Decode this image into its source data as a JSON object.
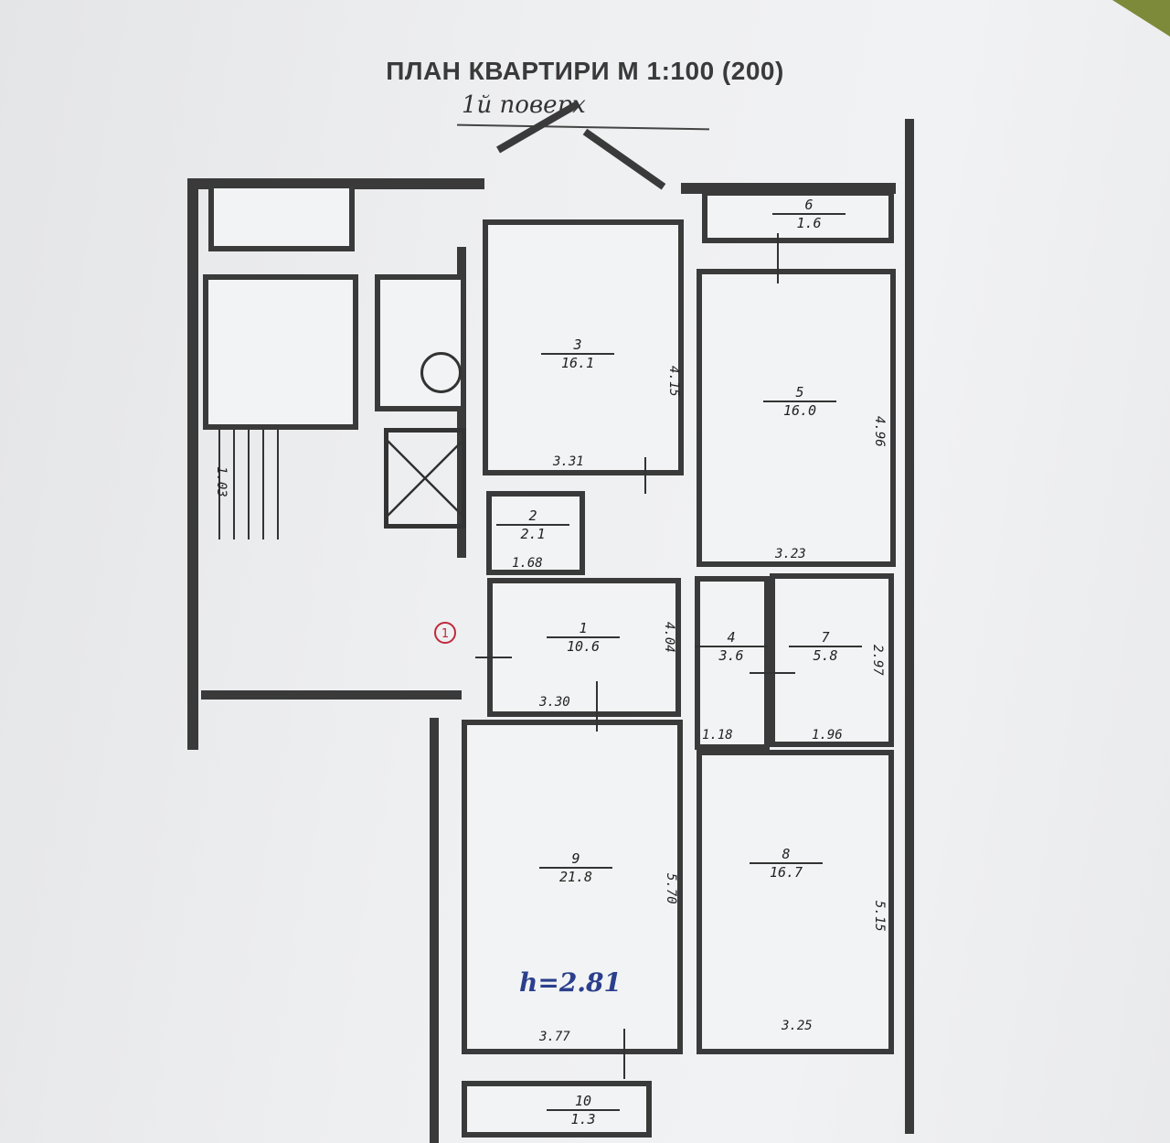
{
  "title": "ПЛАН КВАРТИРИ М 1:100 (200)",
  "floor_note": "1й поверх",
  "height_note": "h=2.81",
  "entrance_marker": "1",
  "stair_dim": "1.03",
  "rooms": [
    {
      "number": "3",
      "area": "16.1",
      "dims": [
        "4.15",
        "3.31"
      ]
    },
    {
      "number": "5",
      "area": "16.0",
      "dims": [
        "4.96",
        "3.23"
      ]
    },
    {
      "number": "6",
      "area": "1.6",
      "dims": []
    },
    {
      "number": "2",
      "area": "2.1",
      "dims": [
        "1.68"
      ]
    },
    {
      "number": "1",
      "area": "10.6",
      "dims": [
        "4.04",
        "3.30"
      ]
    },
    {
      "number": "4",
      "area": "3.6",
      "dims": [
        "1.18"
      ]
    },
    {
      "number": "7",
      "area": "5.8",
      "dims": [
        "2.97",
        "1.96"
      ]
    },
    {
      "number": "9",
      "area": "21.8",
      "dims": [
        "5.70",
        "3.77"
      ]
    },
    {
      "number": "8",
      "area": "16.7",
      "dims": [
        "5.15",
        "3.25"
      ]
    },
    {
      "number": "10",
      "area": "1.3",
      "dims": []
    }
  ],
  "colors": {
    "walls": "#3a3a3a",
    "paper": "#eeeff1",
    "marker": "#c0283a",
    "handwriting": "#2b3f8c"
  }
}
